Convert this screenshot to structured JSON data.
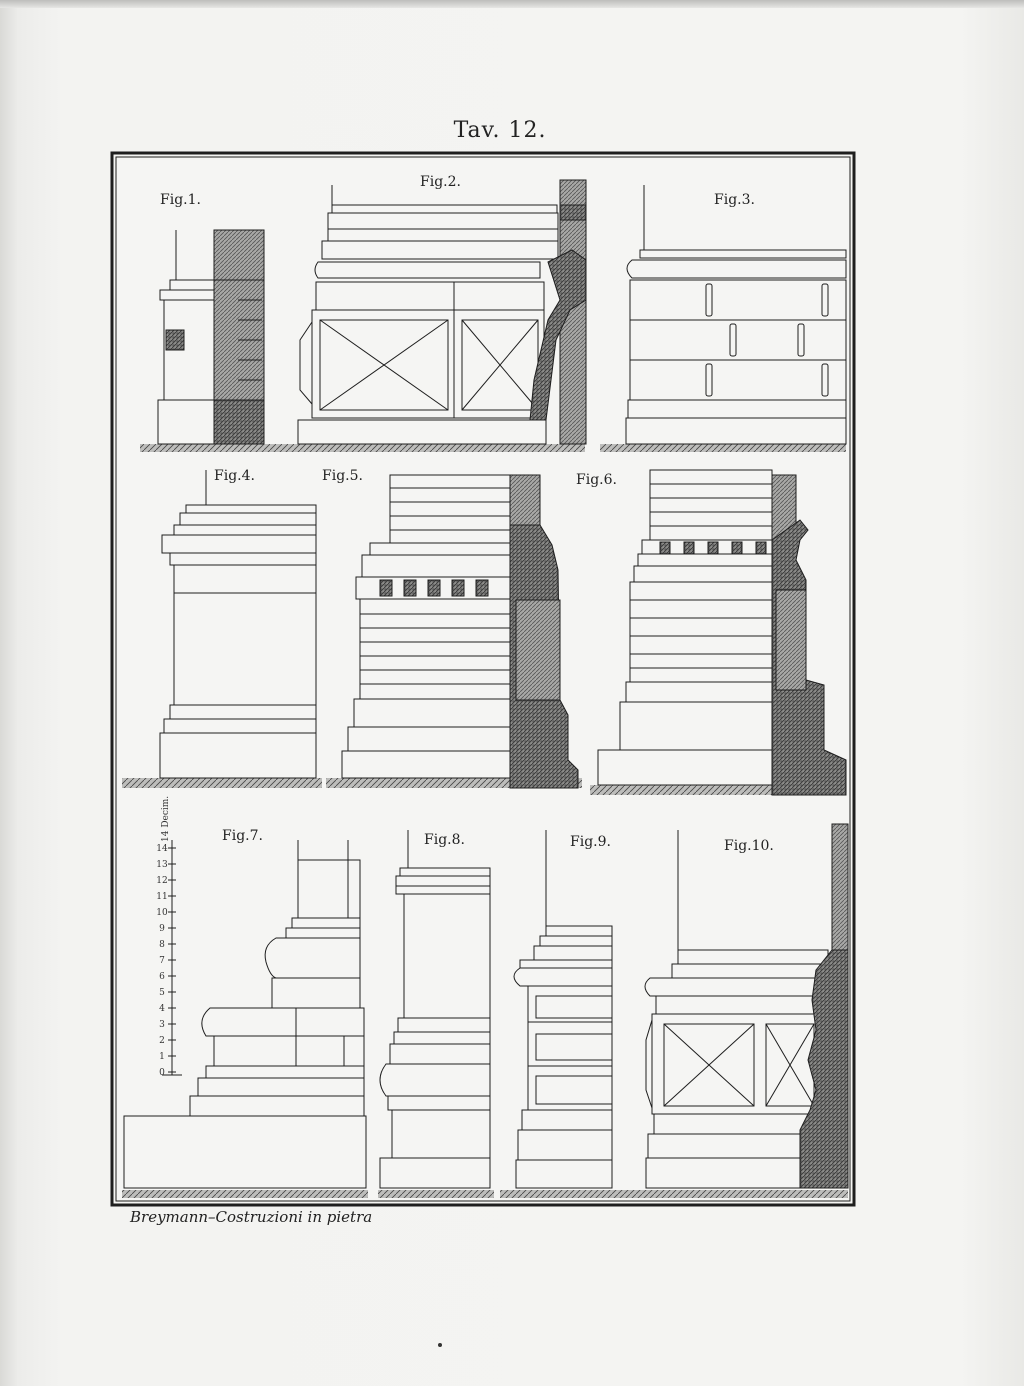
{
  "plate": {
    "title": "Tav. 12.",
    "caption": "Breymann–Costruzioni in pietra"
  },
  "figures": [
    {
      "label": "Fig.1."
    },
    {
      "label": "Fig.2."
    },
    {
      "label": "Fig.3."
    },
    {
      "label": "Fig.4."
    },
    {
      "label": "Fig.5."
    },
    {
      "label": "Fig.6."
    },
    {
      "label": "Fig.7."
    },
    {
      "label": "Fig.8."
    },
    {
      "label": "Fig.9."
    },
    {
      "label": "Fig.10."
    }
  ],
  "scale": {
    "label": "14 Decim.",
    "ticks": [
      "0",
      "1",
      "2",
      "3",
      "4",
      "5",
      "6",
      "7",
      "8",
      "9",
      "10",
      "11",
      "12",
      "13",
      "14"
    ]
  },
  "colors": {
    "ink": "#1e1e1e",
    "paper": "#f4f4f2",
    "hatch": "#555555"
  }
}
